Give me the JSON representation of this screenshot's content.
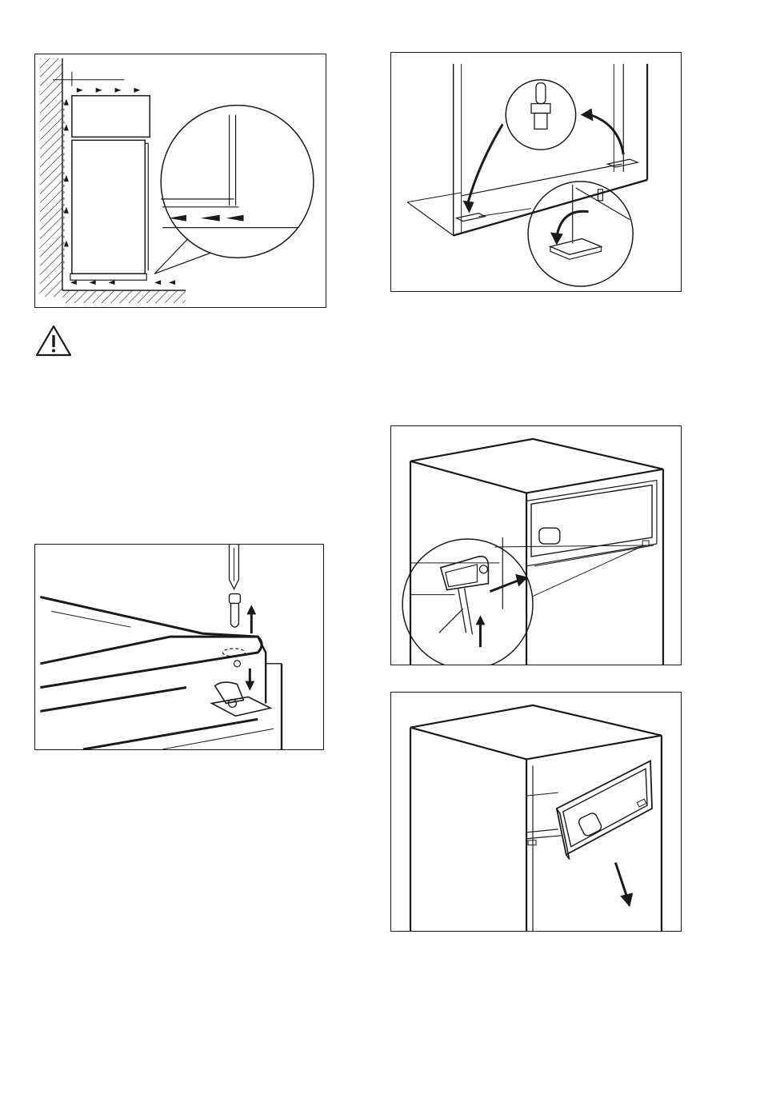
{
  "figures": [
    {
      "id": "fig-ventilation",
      "icon": "ventilation-clearance-diagram"
    },
    {
      "id": "fig-door-hinge",
      "icon": "lower-hinge-reversal-diagram"
    },
    {
      "id": "fig-screw-hinge",
      "icon": "hinge-pin-screw-diagram"
    },
    {
      "id": "fig-freezer-clip",
      "icon": "freezer-door-clip-diagram"
    },
    {
      "id": "fig-freezer-door",
      "icon": "freezer-door-removal-diagram"
    }
  ],
  "warning": {
    "icon": "warning-triangle-icon"
  },
  "colors": {
    "line": "#1a1a1a",
    "background": "#ffffff"
  }
}
